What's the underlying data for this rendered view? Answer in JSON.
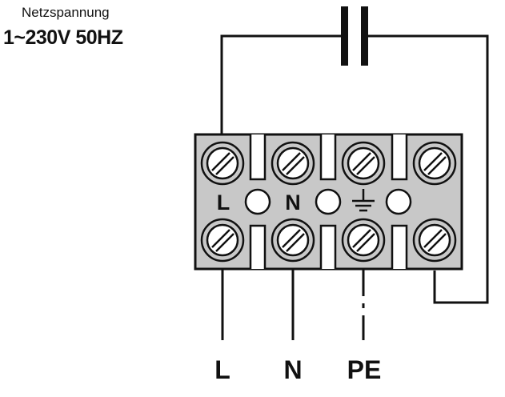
{
  "supply": {
    "title": "Netzspannung",
    "spec": "1~230V 50HZ"
  },
  "terminal_block": {
    "labels": [
      "L",
      "N"
    ]
  },
  "wire_labels": [
    "L",
    "N",
    "PE"
  ],
  "colors": {
    "line": "#111111",
    "block_fill": "#c8c8c8",
    "screw_fill": "#ffffff",
    "background": "#ffffff"
  },
  "icons": {
    "capacitor": "capacitor-icon",
    "ground": "ground-icon",
    "screw": "screw-terminal-icon"
  }
}
